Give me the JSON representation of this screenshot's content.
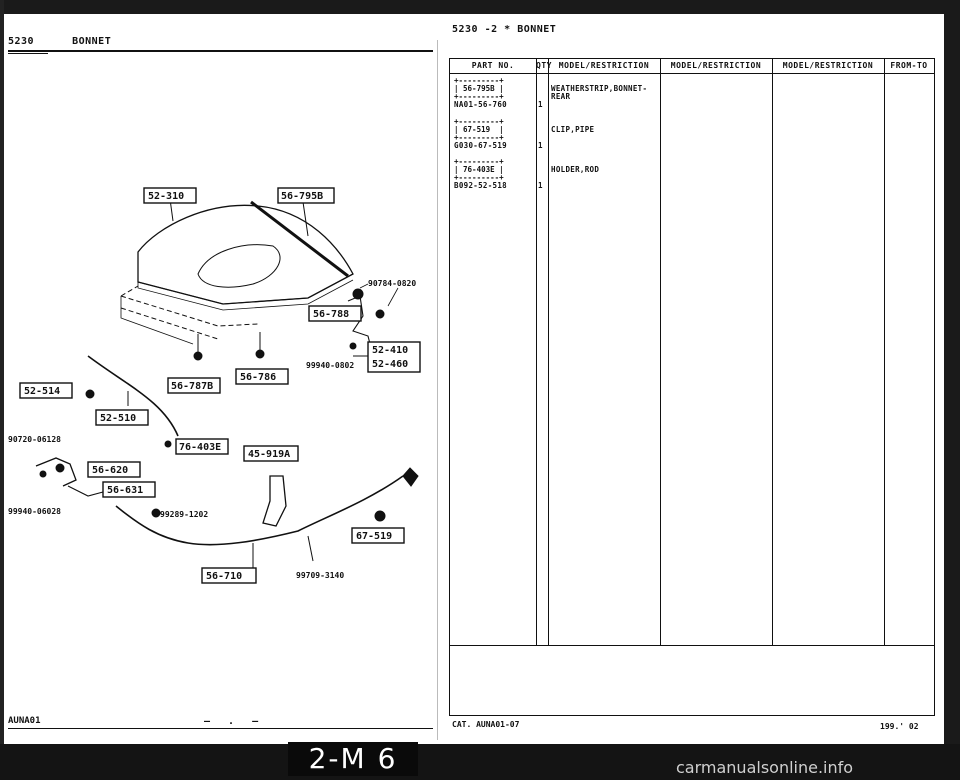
{
  "header": {
    "left_code": "5230",
    "left_title": "BONNET",
    "right_title": "5230 -2 * BONNET"
  },
  "diagram": {
    "callouts": [
      "52-310",
      "56-795B",
      "56-788",
      "52-410",
      "52-460",
      "56-787B",
      "56-786",
      "52-514",
      "52-510",
      "76-403E",
      "45-919A",
      "56-620",
      "56-631",
      "67-519",
      "56-710"
    ],
    "part_numbers": [
      "90784-0820",
      "99940-0802",
      "90720-06128",
      "99940-06028",
      "99289-1202",
      "99709-3140"
    ]
  },
  "table": {
    "columns": [
      "PART NO.",
      "QTY",
      "MODEL/RESTRICTION",
      "MODEL/RESTRICTION",
      "MODEL/RESTRICTION",
      "FROM-TO"
    ],
    "rows": [
      {
        "ref": "56-795B",
        "part_no": "NA01-56-760",
        "qty": "1",
        "desc1": "WEATHERSTRIP,BONNET-",
        "desc2": "REAR"
      },
      {
        "ref": "67-519",
        "part_no": "G030-67-519",
        "qty": "1",
        "desc1": "CLIP,PIPE",
        "desc2": ""
      },
      {
        "ref": "76-403E",
        "part_no": "B092-52-518",
        "qty": "1",
        "desc1": "HOLDER,ROD",
        "desc2": ""
      }
    ]
  },
  "footer": {
    "left": "AUNA01",
    "dashes": "— . —",
    "cat": "CAT. AUNA01-07",
    "date": "199.' 02",
    "page_badge": "2-M 6",
    "watermark": "carmanualsonline.info"
  }
}
